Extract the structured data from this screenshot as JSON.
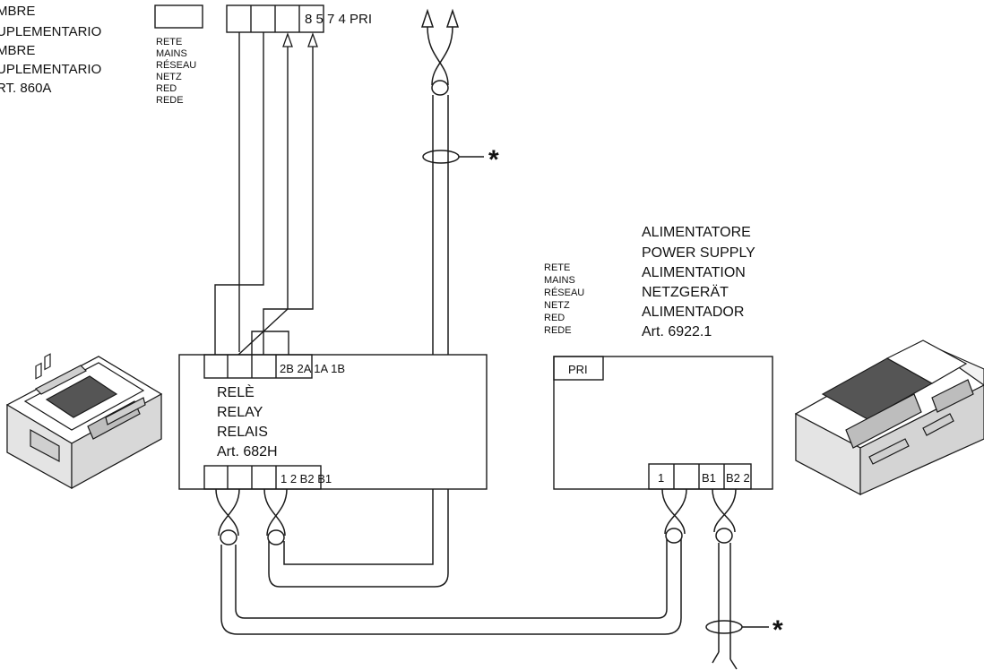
{
  "bell_block": {
    "lines": [
      "MBRE",
      "UPLEMENTARIO",
      "MBRE",
      "UPLEMENTARIO",
      "RT. 860A"
    ]
  },
  "mains_top": {
    "lines": [
      "RETE",
      "MAINS",
      "RÉSEAU",
      "NETZ",
      "RED",
      "REDE"
    ]
  },
  "top_terminals": {
    "label": "8 5  7 4 PRI"
  },
  "relay": {
    "top_terminals": "2B 2A 1A  1B",
    "name_lines": [
      "RELÈ",
      "RELAY",
      "RELAIS",
      "Art. 682H"
    ],
    "bottom_terminals": "1 2 B2  B1"
  },
  "mains_right": {
    "lines": [
      "RETE",
      "MAINS",
      "RÉSEAU",
      "NETZ",
      "RED",
      "REDE"
    ]
  },
  "power_supply": {
    "name_lines": [
      "ALIMENTATORE",
      "POWER SUPPLY",
      "ALIMENTATION",
      "NETZGERÄT",
      "ALIMENTADOR",
      "Art. 6922.1"
    ],
    "pri_label": "PRI",
    "terminals": [
      "1",
      "B1",
      "B2 2"
    ]
  },
  "markers": {
    "asterisk": "*"
  },
  "colors": {
    "line": "#1a1a1a",
    "fill_light": "#f2f2f2",
    "fill_mid": "#cfcfcf",
    "fill_dark": "#555555"
  }
}
